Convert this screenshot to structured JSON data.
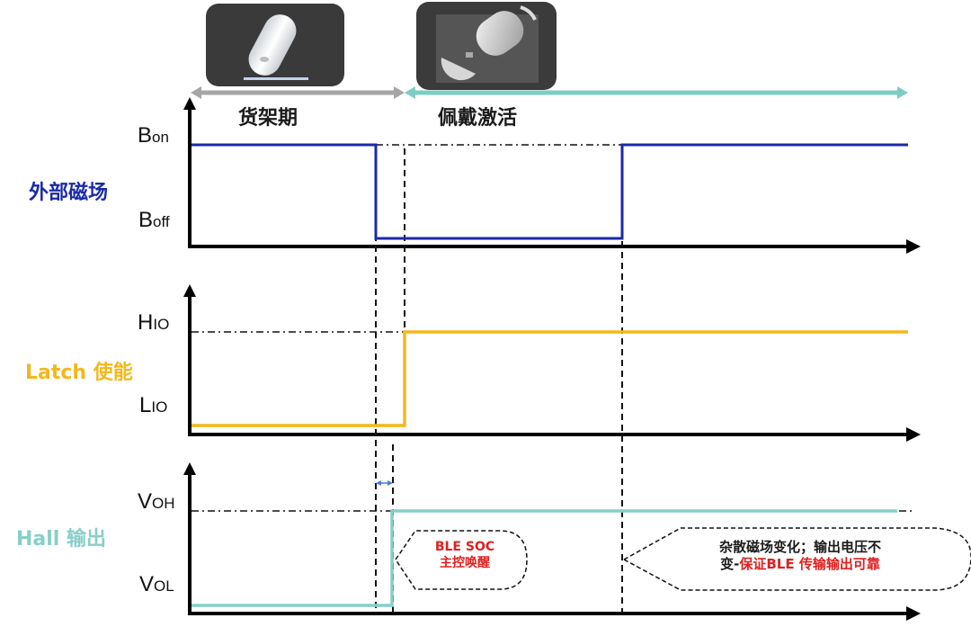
{
  "phases": {
    "shelf": {
      "label": "货架期",
      "arrow_color": "#a6a6a6"
    },
    "wear": {
      "label": "佩戴激活",
      "arrow_color": "#7ecdc4"
    }
  },
  "images": {
    "shelf": {
      "icon": "closed-capsule-device-icon"
    },
    "wear": {
      "icon": "open-capsule-device-icon"
    }
  },
  "signals": [
    {
      "name": "外部磁场",
      "color": "#1a2aa8",
      "levels": {
        "high": {
          "main": "B",
          "sub": "on"
        },
        "low": {
          "main": "B",
          "sub": "off"
        }
      }
    },
    {
      "name": "Latch 使能",
      "color": "#f2b81b",
      "levels": {
        "high": {
          "main": "H",
          "sub": "IO"
        },
        "low": {
          "main": "L",
          "sub": "IO"
        }
      }
    },
    {
      "name": "Hall  输出",
      "color": "#86cfc7",
      "levels": {
        "high": {
          "main": "V",
          "sub": "OH"
        },
        "low": {
          "main": "V",
          "sub": "OL"
        }
      }
    }
  ],
  "callouts": {
    "wakeup": {
      "line1": "BLE SOC",
      "line2": "主控唤醒",
      "color": "#e02020"
    },
    "stable": {
      "line1": "杂散磁场变化；输出电压不",
      "line2_prefix": "变-",
      "line2_highlight": "保证BLE 传输输出可靠",
      "text_color": "#1a1a1a",
      "highlight_color": "#e02020"
    }
  },
  "chart_data": {
    "type": "timing-diagram",
    "title": "",
    "phases": [
      {
        "label": "货架期",
        "t_start": 0,
        "t_end": 0.29
      },
      {
        "label": "佩戴激活",
        "t_start": 0.29,
        "t_end": 1.0
      }
    ],
    "series": [
      {
        "name": "外部磁场",
        "levels": [
          "Boff",
          "Bon"
        ],
        "transitions": [
          {
            "t": 0,
            "level": "Bon"
          },
          {
            "t": 0.26,
            "level": "Boff"
          },
          {
            "t": 0.6,
            "level": "Bon"
          }
        ]
      },
      {
        "name": "Latch 使能",
        "levels": [
          "LIO",
          "HIO"
        ],
        "transitions": [
          {
            "t": 0,
            "level": "LIO"
          },
          {
            "t": 0.3,
            "level": "HIO"
          }
        ]
      },
      {
        "name": "Hall 输出",
        "levels": [
          "VOL",
          "VOH"
        ],
        "transitions": [
          {
            "t": 0,
            "level": "VOL"
          },
          {
            "t": 0.28,
            "level": "VOH"
          }
        ]
      }
    ],
    "annotations": [
      "BLE SOC 主控唤醒",
      "杂散磁场变化；输出电压不变-保证BLE 传输输出可靠"
    ]
  }
}
